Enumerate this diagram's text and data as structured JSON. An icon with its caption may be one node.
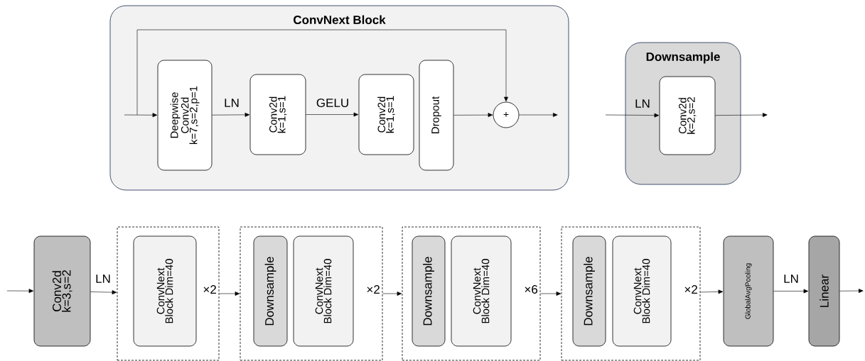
{
  "diagram": {
    "nodes": [
      {
        "text": [
          "ConvNext Block"
        ]
      },
      {
        "text": [
          "Deepwise Conv2d k=7,s=2,p=1"
        ],
        "in": 0
      },
      {
        "text": [
          "Conv2d k=1,s=1"
        ],
        "in": 0
      },
      {
        "text": [
          "Conv2d k=1,s=1"
        ],
        "in": 0
      },
      {
        "text": [
          "Dropout"
        ],
        "in": 0
      },
      {
        "text": [
          "+"
        ],
        "in": 0
      },
      {
        "text": [
          "Downsample"
        ]
      },
      {
        "text": [
          "Conv2d k=2,s=2"
        ],
        "in": 6
      },
      {
        "text": [
          "Conv2d k=3,s=2"
        ]
      },
      {
        "text": [],
        "shape": "box",
        "beside": [
          "×2"
        ]
      },
      {
        "text": [
          "ConvNext Block Dim=40"
        ],
        "in": 9
      },
      {
        "text": [],
        "shape": "box",
        "beside": [
          "×2"
        ]
      },
      {
        "text": [
          "Downsample"
        ],
        "in": 11
      },
      {
        "text": [
          "ConvNext Block Dim=40"
        ],
        "in": 11
      },
      {
        "text": [],
        "shape": "box",
        "beside": [
          "×6"
        ]
      },
      {
        "text": [
          "Downsample"
        ],
        "in": 14
      },
      {
        "text": [
          "ConvNext Block Dim=40"
        ],
        "in": 14
      },
      {
        "text": [],
        "shape": "box",
        "beside": [
          "×2"
        ]
      },
      {
        "text": [
          "Downsample"
        ],
        "in": 17
      },
      {
        "text": [
          "ConvNext Block Dim=40"
        ],
        "in": 17
      },
      {
        "text": [
          "GlobalAvgPooling"
        ]
      },
      {
        "text": [
          "Linear"
        ]
      }
    ],
    "edges": [
      {
        "from": null,
        "to": 1,
        "arrow": "to"
      },
      {
        "from": 1,
        "to": 2,
        "arrow": "to",
        "label": "LN"
      },
      {
        "from": 2,
        "to": 3,
        "arrow": "to",
        "label": "GELU"
      },
      {
        "from": 4,
        "to": 5,
        "arrow": "to"
      },
      {
        "from": null,
        "to": 5,
        "arrow": "to"
      },
      {
        "from": 5,
        "to": null,
        "arrow": "to"
      },
      {
        "from": null,
        "to": 7,
        "arrow": "to",
        "label": "LN"
      },
      {
        "from": 7,
        "to": null,
        "arrow": "to"
      },
      {
        "from": null,
        "to": 8,
        "arrow": "to"
      },
      {
        "from": 8,
        "to": 9,
        "arrow": "to",
        "label": "LN"
      },
      {
        "from": 9,
        "to": 11,
        "arrow": "to"
      },
      {
        "from": 11,
        "to": 14,
        "arrow": "to"
      },
      {
        "from": 14,
        "to": 17,
        "arrow": "to"
      },
      {
        "from": 17,
        "to": 20,
        "arrow": "to"
      },
      {
        "from": 20,
        "to": 21,
        "arrow": "to",
        "label": "LN"
      },
      {
        "from": 21,
        "to": null,
        "arrow": "to"
      }
    ]
  }
}
